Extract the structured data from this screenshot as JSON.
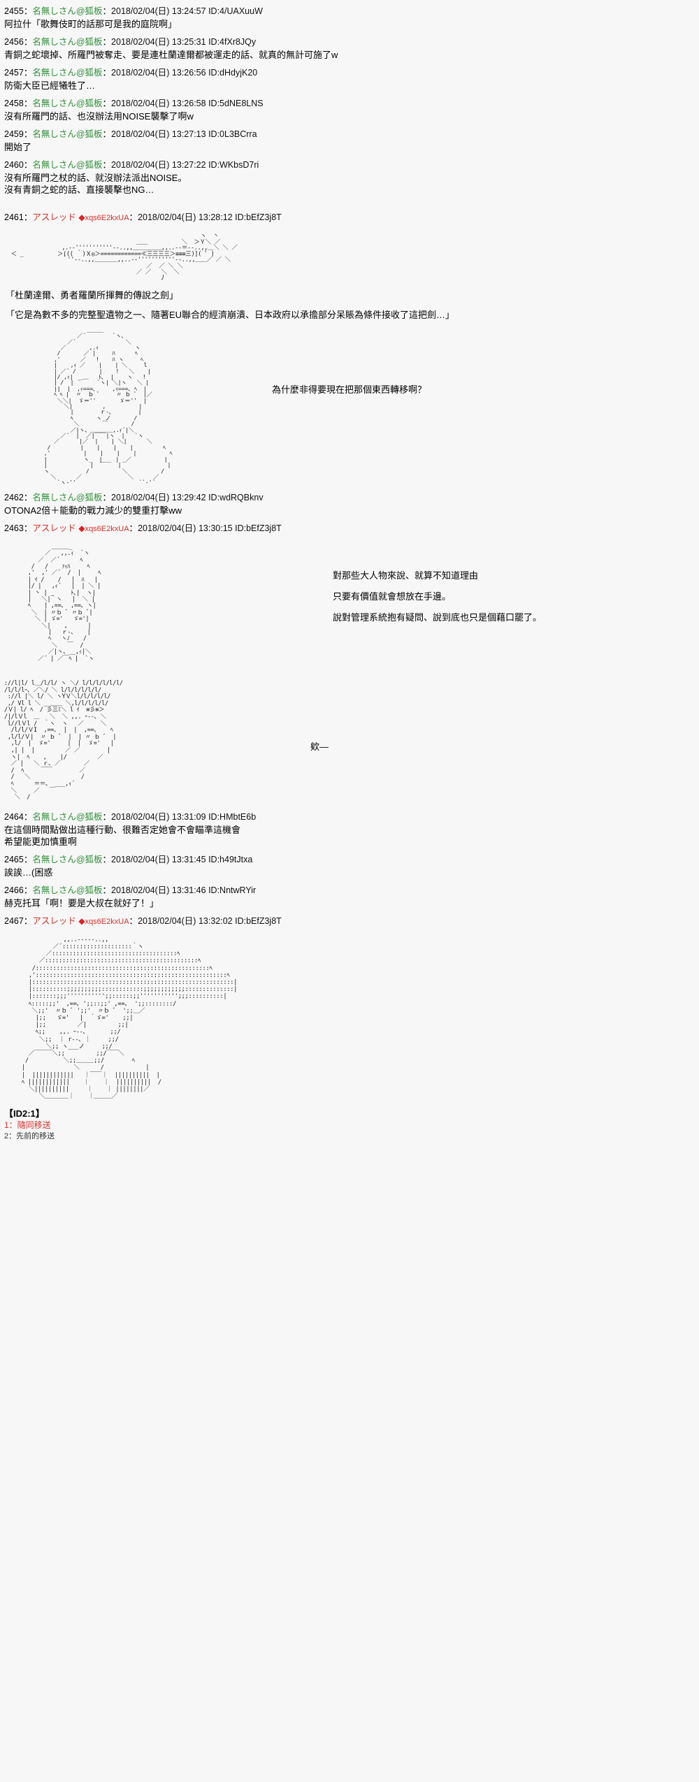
{
  "board": {
    "anon_name": "名無しさん@狐板",
    "trip_name": "アスレッド",
    "trip_diamond": "◆",
    "trip_code": "xqs6E2kxUA",
    "colon": "：",
    "date_prefix": "2018/02/04(日)",
    "id_prefix": "ID:"
  },
  "posts": [
    {
      "num": "2455",
      "name": "名無しさん@狐板",
      "name_type": "anon",
      "date": "2018/02/04(日)",
      "time": "13:24:57",
      "id": "ID:4/UAXuuW",
      "body": "阿拉什「歌舞伎町的話那可是我的庭院啊」"
    },
    {
      "num": "2456",
      "name": "名無しさん@狐板",
      "name_type": "anon",
      "date": "2018/02/04(日)",
      "time": "13:25:31",
      "id": "ID:4fXr8JQy",
      "body": "青銅之蛇壞掉、所羅門被奪走、要是連杜蘭達爾都被運走的話、就真的無計可施了w"
    },
    {
      "num": "2457",
      "name": "名無しさん@狐板",
      "name_type": "anon",
      "date": "2018/02/04(日)",
      "time": "13:26:56",
      "id": "ID:dHdyjK20",
      "body": "防衛大臣已經犧牲了…"
    },
    {
      "num": "2458",
      "name": "名無しさん@狐板",
      "name_type": "anon",
      "date": "2018/02/04(日)",
      "time": "13:26:58",
      "id": "ID:5dNE8LNS",
      "body": "沒有所羅門的話、也沒辦法用NOISE襲擊了啊w"
    },
    {
      "num": "2459",
      "name": "名無しさん@狐板",
      "name_type": "anon",
      "date": "2018/02/04(日)",
      "time": "13:27:13",
      "id": "ID:0L3BCrra",
      "body": "開始了"
    },
    {
      "num": "2460",
      "name": "名無しさん@狐板",
      "name_type": "anon",
      "date": "2018/02/04(日)",
      "time": "13:27:22",
      "id": "ID:WKbsD7ri",
      "body": "沒有所羅門之杖的話、就沒辦法派出NOISE。\n沒有青銅之蛇的話、直接襲擊也NG…"
    },
    {
      "num": "2461",
      "name": "アスレッド",
      "name_type": "trip",
      "date": "2018/02/04(日)",
      "time": "13:28:12",
      "id": "ID:bEfZ3j8T"
    },
    {
      "num": "2462",
      "name": "名無しさん@狐板",
      "name_type": "anon",
      "date": "2018/02/04(日)",
      "time": "13:29:42",
      "id": "ID:wdRQBknv",
      "body": "OTONA2倍＋能動的戰力減少的雙重打擊ww"
    },
    {
      "num": "2463",
      "name": "アスレッド",
      "name_type": "trip",
      "date": "2018/02/04(日)",
      "time": "13:30:15",
      "id": "ID:bEfZ3j8T"
    },
    {
      "num": "2464",
      "name": "名無しさん@狐板",
      "name_type": "anon",
      "date": "2018/02/04(日)",
      "time": "13:31:09",
      "id": "ID:HMbtE6b",
      "body": "在這個時間點做出這種行動、很難否定她會不會瞄準這機會\n希望能更加慎重啊"
    },
    {
      "num": "2465",
      "name": "名無しさん@狐板",
      "name_type": "anon",
      "date": "2018/02/04(日)",
      "time": "13:31:45",
      "id": "ID:h49tJtxa",
      "body": "誒誒…(困惑"
    },
    {
      "num": "2466",
      "name": "名無しさん@狐板",
      "name_type": "anon",
      "date": "2018/02/04(日)",
      "time": "13:31:46",
      "id": "ID:NntwRYir",
      "body": "赫克托耳「啊！要是大叔在就好了！」"
    },
    {
      "num": "2467",
      "name": "アスレッド",
      "name_type": "trip",
      "date": "2018/02/04(日)",
      "time": "13:32:02",
      "id": "ID:bEfZ3j8T"
    }
  ],
  "aa": {
    "sword": "                                                          ヽ  丶\n                                       ＿＿          ＼  ＞Ｙ＼ ／\n                 ,.-‐'''''''''''‐-..,,＿＿＿＿＿,,..-‐＝‐-..,,＿＼ ＼ ／\n  ＜ _          ＞((( ｀)Ｘ◎＞============≪三三三三＞≡≡≡三)]( ﾟ )\n                 ｀''‐-..,,＿＿＿＿,,..-‐'''''''''''‐-..,,＿＿／ ／ ＼\n                                          ／  ／ ＼ ＼\n                                       ／ ／   ＼  ＼\n                                              丿",
    "sword_caption_1": "「杜蘭達爾、勇者羅蘭所揮舞的傳說之劍」",
    "sword_caption_2": "「它是為數不多的完整聖遺物之一、隨著EU聯合的經濟崩潰、日本政府以承擔部分呆賬為條件接收了這把劍…」",
    "man": "                         ＿＿＿\n                      ／´        `ヽ、\n                   ／´               ＼\n                 ／       ,.ｨ           ヽ\n                /       ／ |     ﾊ      ﾍ\n               ,'      ／   !    ﾊ ヽ     ﾍ\n               |    ,ｨ ／    |    | ＼     l\n               | ／´ /       |    !   ＼    |\n               |/ ,ｨ|  _＿   ﾄ､  |    ヽ   !\n               | /  | ´     `ヽ| ＼|ヽ   ＼ |\n               ||  |  ,ｨ===､     ,ｨ===､ ﾍ  |\n               ﾍ ﾍ |  〃  ｂ ﾞ     〃 ｂ ﾞ  |／\n                ＼＼|  ゞ＝''       ゞ＝''  |\n                  ＼|         ,          |\n                    |        ｒ‐､        |\n                    ﾍ       ヽ ノ       /\n                     ＼       ￣       /\n                    ／|ヽ、＿＿＿＿,.ｨ´|＼\n                 ／´  |  ／|￣￣|ヽ  |   `ヽ\n               ／      |／  |    | ＼|      ＼\n             /         |    |    |    |         ﾍ\n            ,'          |    |    |    |          ﾍ\n            |           ヽ_  |    | _／          |\n            |             |  ￣￣  |              |\n            ヽ           /          ＼          /\n              ＼      ／              ＼      ／\n                `ヽ‐''                   ``‐'´",
    "man_caption": "為什麼非得要現在把那個東西轉移啊？",
    "girl": "              ＿＿＿_\n            ／   ,,.ｨ  `ヽ\n          ／  ／´      ﾍ\n        /   /    ｧｨﾊ     ﾍ\n       ,'  ,' ／´  /  |     ﾍ\n       | ｲ /    /   |  ﾊ   |\n       |/ |   ,ｨ´   |  | ＼ |\n       | 丶 | _     ﾄ､|  ヽ|\n       |   ＼|｀ヽ   |  ＼ |\n       ﾍ    | ,==､  ,==､ ヽ|\n        ＼  | 〃ｂ ﾞ 〃ｂ ﾞ|\n         ＼ | ゞ='   ゞ='|\n           ＼|    ,      |\n             |   ｒ‐､    |\n             ﾍ   ヽﾉ    /\n              ＼   ￣  /\n             ／|ヽ、__,ｨ|＼\n          ／´ | ／￣ﾍ |  `ヽ",
    "girl_caption_1": "對那些大人物來說、就算不知道理由",
    "girl_caption_2": "只要有價值就會想放在手邊。",
    "girl_caption_3": "說對管理系統抱有疑問、說到底也只是個藉口罷了。",
    "noise": "://l|l/ l＿/l/l/ ヽ ＼/ l/l/l/l/l/l/\n/l/l/lｰ､ ／＼/ ＼ l/l/l/l/l/l/\n ://l |＼ l/ ＼ ヽYＶ＼l/l/l/l/l/\n ,/ Vl l ＼ __＿＿ ＼,l/l/l/l/l/\n/Ｖ| l/ ﾍ  / 彡三ﾐ＼ l ｲ  ≡彡≡＞\n/|/lＶl  ＿   ＼  ＼ ,,. ｰ‐-､ ＼\n l//lＶl /  ｀ヽ  ヽ   ／     ＼\n  /l/l/ＶI  ,==､  |  |  ,==､    ﾍ\n ,l/l/Ｖ|  〃 ｂ ﾞ  |  | 〃 ｂ ﾞ  |\n  ,l/  |  ゞ='     |  |  ゞ='   |\n  ,| |  |         ／ ／        |\n  ヽ|  ﾍ    ,    |/         ／\n  ／ |   ＼ ｒ､ ／       ／\n  /  ﾍ     ￣￣        ／\n  /   ＼               /\n  ﾍ      ＝＝､  ___,ｨ´\n  ＼     ／   ￣\n   ＼  /",
    "noise_caption": "欸―",
    "last": "                 ,,..-‐‐‐-..,,\n              ／´::::::::::::::::::::｀ヽ\n            ／::::::::::::::::::::::::::::::::::::ﾍ\n          ／::::::::::::::::::::::::::::::::::::::::::::ﾍ\n        /::::::::::::::::::::::::::::::::::::::::::::::::::ﾍ\n       ,':::::::::::::::::::::::::::::::::::::::::::::::::::::::ﾍ\n       |::::::::::::::::::::::::::::::::::::::::::::::::::::::::::|\n       |::::::::::;;;;;;;;;;::::::::::::;;;;;;;;;;;;::::::::::::::|\n       |:::::::;;;''''''''''';;::::::;;''''''''''';;;::::::::::|\n       ﾍ:::::;;'  ,==､ ';;::;;' ,==､  ';;::::::::/\n        ＼;;'  〃ｂ ﾞ ';;'  〃ｂ ﾞ  ';;＿／\n         |;;   ゞ='   |  ｀ゞ='    ;;|\n         |;;         ／|         ;;|\n         ﾍ;;    ,,. ｰ‐-､       ;;/\n          ＼;;  ｜ r‐-､ ｜     ;;/\n            ＼;; ヽ___ノ     ;;/\n       ／￣￣￣＼;;         ;;/￣￣＼\n      /          ＼;;＿＿＿;;/        ﾍ\n     |              ＼      /            |\n     |  ||||||||||||   ｜￣￣｜  ||||||||||  |\n     ﾍ ||||||||||||    ｜    ｜  ||||||||||  /\n       ＼||||||||||     ｜    ｜ ||||||||／\n          ＼＿＿＿＿｜    ｜＿＿＿／"
  },
  "footer": {
    "title": "【ID2:1】",
    "item_1": "1：隨同移送",
    "item_2": "2：先前的移送"
  }
}
